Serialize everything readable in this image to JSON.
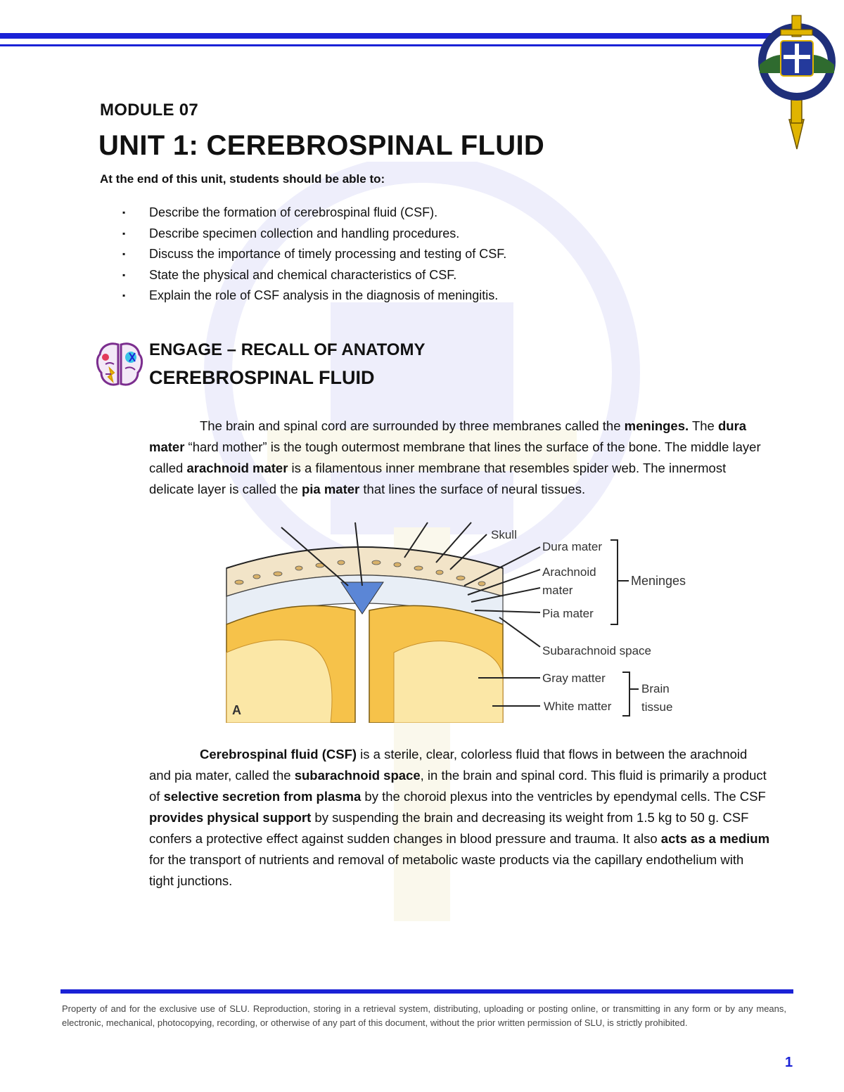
{
  "header": {
    "module": "MODULE 07",
    "unit_title": "UNIT 1: CEREBROSPINAL FLUID",
    "lead": "At the end of this unit, students should be able to:"
  },
  "objectives": [
    "Describe the formation of cerebrospinal fluid (CSF).",
    "Describe specimen collection and handling procedures.",
    "Discuss the importance of timely processing and testing of CSF.",
    "State the physical and chemical characteristics of CSF.",
    "Explain the role of CSF analysis in the diagnosis of meningitis."
  ],
  "engage": {
    "title": "ENGAGE – RECALL OF ANATOMY",
    "subtitle": "CEREBROSPINAL FLUID"
  },
  "paragraph1": {
    "t1": "The brain and spinal cord are surrounded by three membranes called the ",
    "b1": "meninges.",
    "t2": " The ",
    "b2": "dura mater",
    "t3": " “hard mother” is the tough outermost membrane that lines the surface of the bone. The middle layer called ",
    "b3": "arachnoid mater",
    "t4": " is a filamentous inner membrane that resembles spider web. The innermost delicate layer is called the ",
    "b4": "pia mater",
    "t5": " that lines the surface of neural tissues."
  },
  "figure": {
    "labels": {
      "skull": "Skull",
      "dura": "Dura mater",
      "arachnoid1": "Arachnoid",
      "arachnoid2": "mater",
      "pia": "Pia mater",
      "meninges": "Meninges",
      "subarachnoid": "Subarachnoid space",
      "gray": "Gray matter",
      "white": "White matter",
      "brain1": "Brain",
      "brain2": "tissue",
      "panel": "A"
    }
  },
  "paragraph2": {
    "b1": "Cerebrospinal fluid (CSF)",
    "t1": " is a sterile, clear, colorless fluid that flows in between the arachnoid and pia mater, called the ",
    "b2": "subarachnoid space",
    "t2": ", in the brain and spinal cord. This fluid is primarily a product of ",
    "b3": "selective secretion from plasma",
    "t3": " by the choroid plexus into the ventricles by ependymal cells. The CSF ",
    "b4": "provides physical support",
    "t4": " by suspending the brain and decreasing its weight from 1.5 kg to 50 g. CSF confers a protective effect against sudden changes in blood pressure and trauma. It also ",
    "b5": "acts as a medium",
    "t5": " for the transport of nutrients and removal of metabolic waste products via the capillary endothelium with tight junctions."
  },
  "footer": {
    "notice": "Property of and for the exclusive use of SLU. Reproduction, storing in a retrieval system, distributing, uploading or posting online, or transmitting in any form or by any means, electronic, mechanical, photocopying, recording, or otherwise of any part of this document, without the prior written permission of SLU, is strictly prohibited.",
    "page_number": "1"
  },
  "colors": {
    "accent_blue": "#1a22d6",
    "gray_matter": "#f6c24a",
    "white_matter": "#fbe7a6",
    "csf_blue": "#5b86d6"
  }
}
